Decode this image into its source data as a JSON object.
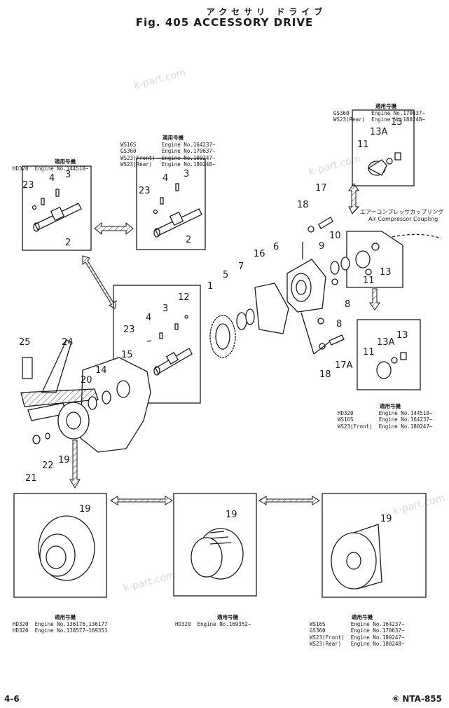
{
  "header": {
    "title_jp": "アクセサリ ドライブ",
    "title_en": "Fig. 405   ACCESSORY DRIVE"
  },
  "watermarks": [
    "k-part.com",
    "k-part.com",
    "k-part.com",
    "k-part.com"
  ],
  "boxes": {
    "box_a": {
      "heading": "適用号機",
      "lines": [
        "HD320  Engine No.144510~"
      ]
    },
    "box_b": {
      "heading": "適用号機",
      "lines": [
        "WS16S        Engine No.164237~",
        "GS360        Engine No.170637~",
        "WS23(Front)  Engine No.180247~",
        "WS23(Rear)   Engine No.180248~"
      ]
    },
    "box_c": {
      "heading": "適用号機",
      "lines": [
        "GS360       Engine No.170637~",
        "WS23(Rear)  Engine No.180248~"
      ]
    },
    "box_d": {
      "heading": "適用号機",
      "lines": [
        "HD320        Engine No.144510~",
        "WS16S        Engine No.164237~",
        "WS23(Front)  Engine No.180247~"
      ]
    },
    "box_e": {
      "heading": "適用号機",
      "lines": [
        "HD320  Engine No.136176,136177",
        "HD320  Engine No.138577~169351"
      ]
    },
    "box_f": {
      "heading": "適用号機",
      "lines": [
        "HD320  Engine No.169352~"
      ]
    },
    "box_g": {
      "heading": "適用号機",
      "lines": [
        "WS16S        Engine No.164237~",
        "GS360        Engine No.170637~",
        "WS23(Front)  Engine No.180247~",
        "WS23(Rear)   Engine No.180248~"
      ]
    }
  },
  "air_compressor": {
    "jp": "エアーコンプレッサカップリング",
    "en": "Air Compressor Coupling"
  },
  "callouts": {
    "n1": "1",
    "n2": "2",
    "n3": "3",
    "n4": "4",
    "n5": "5",
    "n6": "6",
    "n7": "7",
    "n8": "8",
    "n9": "9",
    "n10": "10",
    "n11": "11",
    "n12": "12",
    "n13": "13",
    "n13a": "13A",
    "n14": "14",
    "n15": "15",
    "n16": "16",
    "n17": "17",
    "n17a": "17A",
    "n18": "18",
    "n19": "19",
    "n20": "20",
    "n21": "21",
    "n22": "22",
    "n23": "23",
    "n24": "24",
    "n25": "25"
  },
  "footer": {
    "page": "4-6",
    "code": "⑥ NTA-855"
  }
}
